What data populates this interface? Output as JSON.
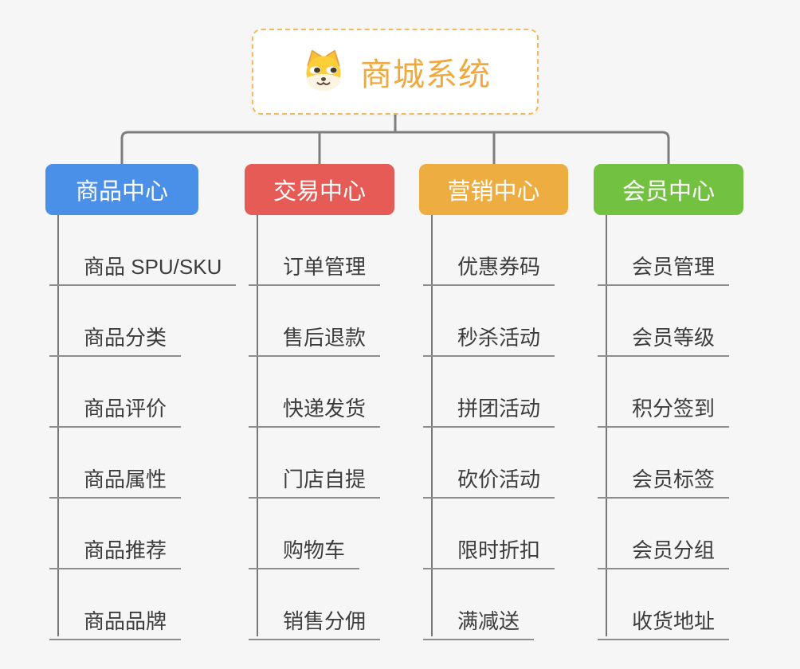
{
  "root": {
    "title": "商城系统",
    "icon": "shiba-dog-icon"
  },
  "branches": [
    {
      "label": "商品中心",
      "color": "#4b90e8",
      "items": [
        "商品 SPU/SKU",
        "商品分类",
        "商品评价",
        "商品属性",
        "商品推荐",
        "商品品牌"
      ]
    },
    {
      "label": "交易中心",
      "color": "#e65b56",
      "items": [
        "订单管理",
        "售后退款",
        "快递发货",
        "门店自提",
        "购物车",
        "销售分佣"
      ]
    },
    {
      "label": "营销中心",
      "color": "#edad41",
      "items": [
        "优惠券码",
        "秒杀活动",
        "拼团活动",
        "砍价活动",
        "限时折扣",
        "满减送"
      ]
    },
    {
      "label": "会员中心",
      "color": "#72c140",
      "items": [
        "会员管理",
        "会员等级",
        "积分签到",
        "会员标签",
        "会员分组",
        "收货地址"
      ]
    }
  ],
  "style": {
    "connector_color": "#7e7e7e",
    "underline_color": "#8e8e8e",
    "root_accent": "#f0a93c",
    "background": "#f6f6f6",
    "text_color": "#3c3c3c"
  }
}
